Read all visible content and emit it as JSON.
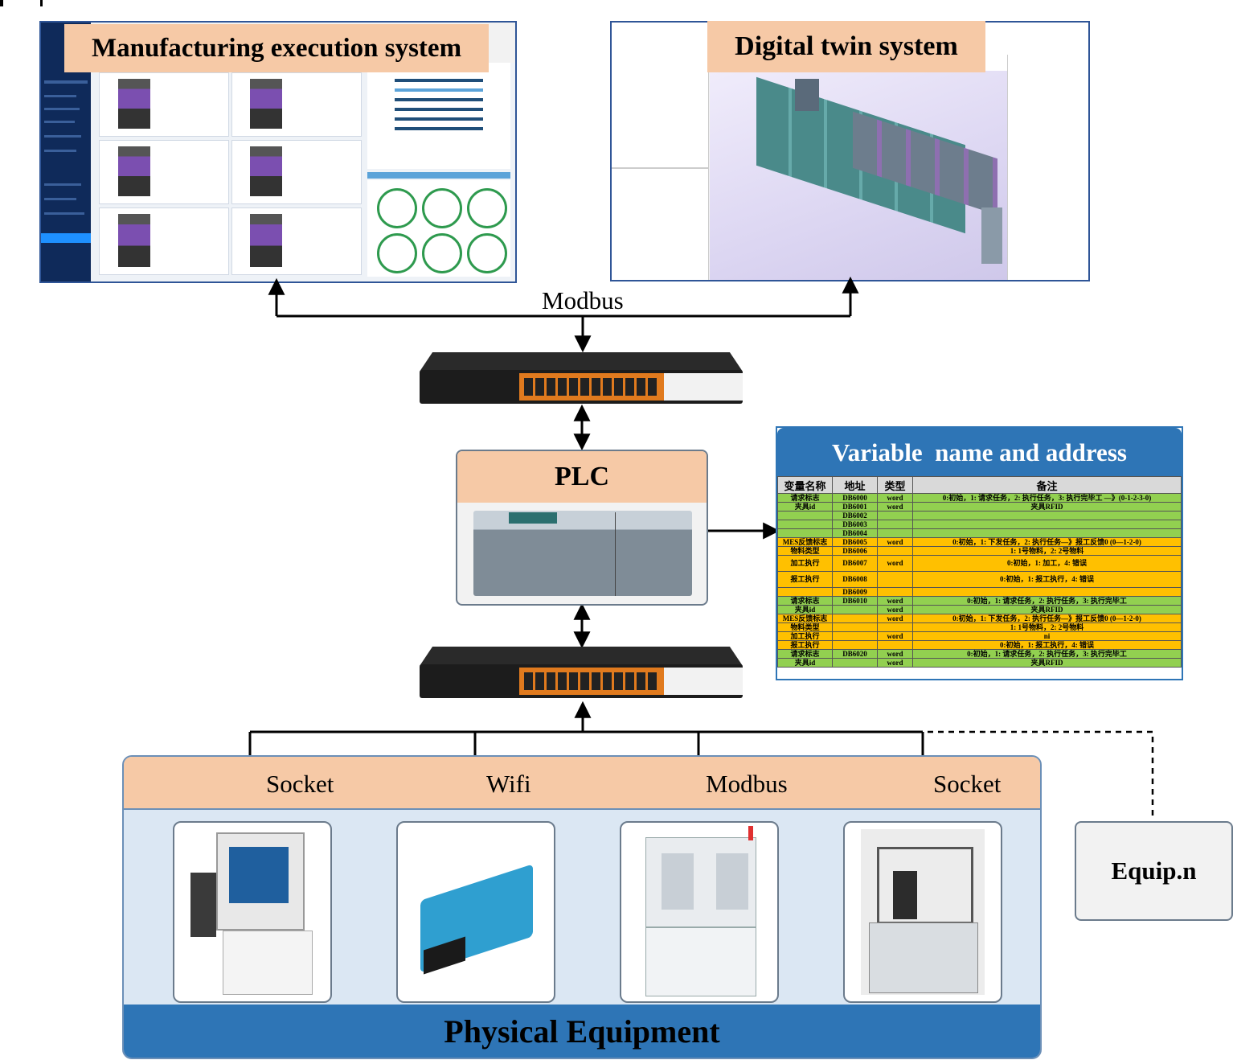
{
  "mes": {
    "title": "Manufacturing execution system"
  },
  "dt": {
    "title": "Digital twin system"
  },
  "plc": {
    "title": "PLC"
  },
  "network": {
    "top_protocol": "Modbus"
  },
  "links": [
    {
      "label": "Socket"
    },
    {
      "label": "Wifi"
    },
    {
      "label": "Modbus"
    },
    {
      "label": "Socket"
    }
  ],
  "equip_n": {
    "label": "Equip.n"
  },
  "physical": {
    "label": "Physical Equipment"
  },
  "variables": {
    "title": "Variable  name and address",
    "headers": [
      "变量名称",
      "地址",
      "类型",
      "备注"
    ],
    "rows": [
      {
        "c": "g",
        "name": "请求标志",
        "addr": "DB6000",
        "type": "word",
        "note": "0:初始，1: 请求任务，2: 执行任务，3: 执行完毕工 —》(0-1-2-3-0)"
      },
      {
        "c": "g",
        "name": "夹具id",
        "addr": "DB6001",
        "type": "word",
        "note": "夹具RFID"
      },
      {
        "c": "g",
        "name": "",
        "addr": "DB6002",
        "type": "",
        "note": ""
      },
      {
        "c": "g",
        "name": "",
        "addr": "DB6003",
        "type": "",
        "note": ""
      },
      {
        "c": "g",
        "name": "",
        "addr": "DB6004",
        "type": "",
        "note": ""
      },
      {
        "c": "y",
        "name": "MES反馈标志",
        "addr": "DB6005",
        "type": "word",
        "note": "0:初始，1: 下发任务，2: 执行任务—》报工反馈0 (0—1-2-0)"
      },
      {
        "c": "y",
        "name": "物料类型",
        "addr": "DB6006",
        "type": "",
        "note": "1: 1号物料，2: 2号物料"
      },
      {
        "c": "y",
        "t": 1,
        "name": "加工执行",
        "addr": "DB6007",
        "type": "word",
        "note": "0:初始，1: 加工，4: 错误"
      },
      {
        "c": "y",
        "t": 1,
        "name": "报工执行",
        "addr": "DB6008",
        "type": "",
        "note": "0:初始，1: 报工执行，4: 错误"
      },
      {
        "c": "y",
        "name": "",
        "addr": "DB6009",
        "type": "",
        "note": ""
      },
      {
        "c": "g",
        "name": "请求标志",
        "addr": "DB6010",
        "type": "word",
        "note": "0:初始，1: 请求任务，2: 执行任务，3: 执行完毕工"
      },
      {
        "c": "g",
        "name": "夹具id",
        "addr": "",
        "type": "word",
        "note": "夹具RFID"
      },
      {
        "c": "y",
        "name": "MES反馈标志",
        "addr": "",
        "type": "word",
        "note": "0:初始，1: 下发任务，2: 执行任务—》报工反馈0 (0—1-2-0)"
      },
      {
        "c": "y",
        "name": "物料类型",
        "addr": "",
        "type": "",
        "note": "1: 1号物料，2: 2号物料"
      },
      {
        "c": "y",
        "name": "加工执行",
        "addr": "",
        "type": "word",
        "note": "ni"
      },
      {
        "c": "y",
        "name": "报工执行",
        "addr": "",
        "type": "",
        "note": "0:初始，1: 报工执行，4: 错误"
      },
      {
        "c": "g",
        "name": "请求标志",
        "addr": "DB6020",
        "type": "word",
        "note": "0:初始，1: 请求任务，2: 执行任务，3: 执行完毕工"
      },
      {
        "c": "g",
        "name": "夹具id",
        "addr": "",
        "type": "word",
        "note": "夹具RFID"
      }
    ]
  },
  "colors": {
    "title_fill": "#f6c9a6",
    "panel_blue": "#2e75b6",
    "bg_blue": "#dbe7f3"
  }
}
